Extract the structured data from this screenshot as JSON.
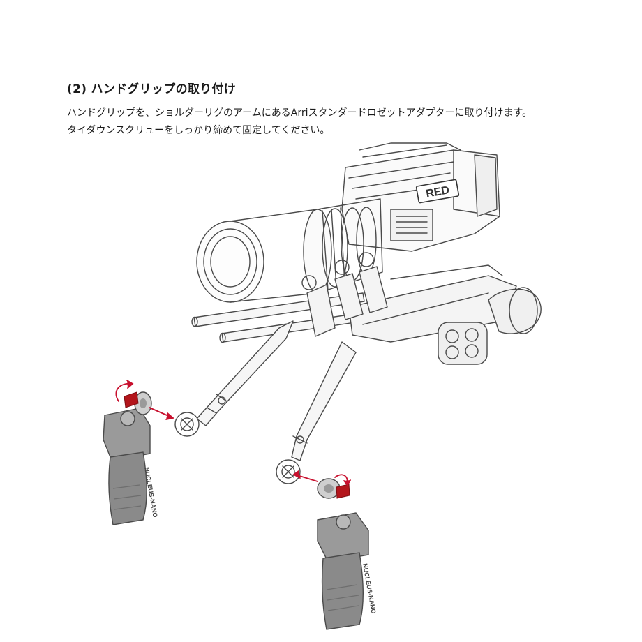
{
  "section": {
    "heading": "(2) ハンドグリップの取り付け",
    "body_lines": [
      "ハンドグリップを、ショルダーリグのアームにあるArriスタンダードロゼットアダプターに取り付けます。",
      "タイダウンスクリューをしっかり締めて固定してください。"
    ]
  },
  "illustration": {
    "camera_badge": "RED",
    "grip_label": "NUCLEUS-NANO",
    "colors": {
      "line": "#4a4a4a",
      "grip_body": "#8a8a8a",
      "grip_dark": "#6e6e6e",
      "accent_red": "#c8102e",
      "screw_red": "#b3151b"
    }
  }
}
